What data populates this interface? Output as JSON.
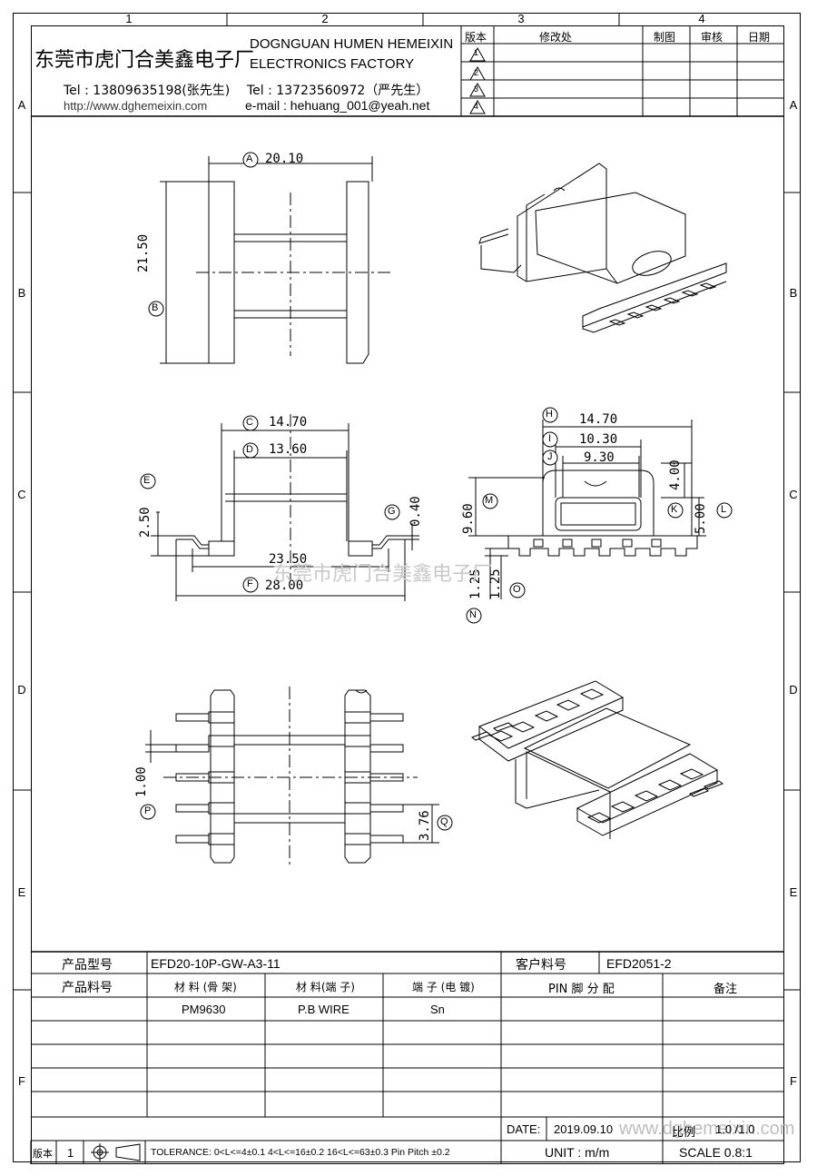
{
  "zones": {
    "cols": [
      "1",
      "2",
      "3",
      "4"
    ],
    "rows": [
      "A",
      "B",
      "C",
      "D",
      "E",
      "F"
    ]
  },
  "header": {
    "company_cn": "东莞市虎门合美鑫电子厂",
    "company_en_1": "DOGNGUAN HUMEN HEMEIXIN",
    "company_en_2": "ELECTRONICS FACTORY",
    "tel1": "Tel : 13809635198(张先生)",
    "tel2": "Tel : 13723560972（严先生）",
    "website": "http://www.dghemeixin.com",
    "email": "e-mail : hehuang_001@yeah.net"
  },
  "revision_table": {
    "headers": {
      "version": "版本",
      "change": "修改处",
      "drawn": "制图",
      "review": "审核",
      "date": "日期"
    },
    "rows": [
      "1",
      "2",
      "3",
      "4"
    ]
  },
  "dimensions": {
    "A": "20.10",
    "B": "21.50",
    "C": "14.70",
    "D": "13.60",
    "E": "2.50",
    "F": "28.00",
    "G": "0.40",
    "H": "14.70",
    "I": "10.30",
    "J": "9.30",
    "K": "4.00",
    "L": "5.00",
    "M": "9.60",
    "N": "1.25",
    "O": "1.25",
    "P": "1.00",
    "Q": "3.76",
    "extra": "23.50"
  },
  "labels": [
    "A",
    "B",
    "C",
    "D",
    "E",
    "F",
    "G",
    "H",
    "I",
    "J",
    "K",
    "L",
    "M",
    "N",
    "O",
    "P",
    "Q"
  ],
  "watermark": "东莞市虎门合美鑫电子厂",
  "watermark2": "www.dghemeixin.com",
  "info_table": {
    "model_label": "产品型号",
    "model": "EFD20-10P-GW-A3-11",
    "customer_label": "客户料号",
    "customer": "EFD2051-2",
    "part_label": "产品料号",
    "mat_bobbin": "材 料 (骨 架)",
    "mat_pin": "材 料(端 子)",
    "plating": "端 子 (电 镀)",
    "pin_assign": "PIN 脚 分 配",
    "remark": "备注",
    "mat_bobbin_val": "PM9630",
    "mat_pin_val": "P.B WIRE",
    "plating_val": "Sn",
    "date_label": "DATE:",
    "date": "2019.09.10",
    "scale_short": "比例",
    "scale_short_val": "1.0 /1.0",
    "version_label": "版本",
    "version": "1",
    "tolerance": "TOLERANCE:  0<L<=4±0.1  4<L<=16±0.2  16<L<=63±0.3  Pin Pitch  ±0.2",
    "unit": "UNIT : m/m",
    "scale": "SCALE  0.8:1"
  }
}
